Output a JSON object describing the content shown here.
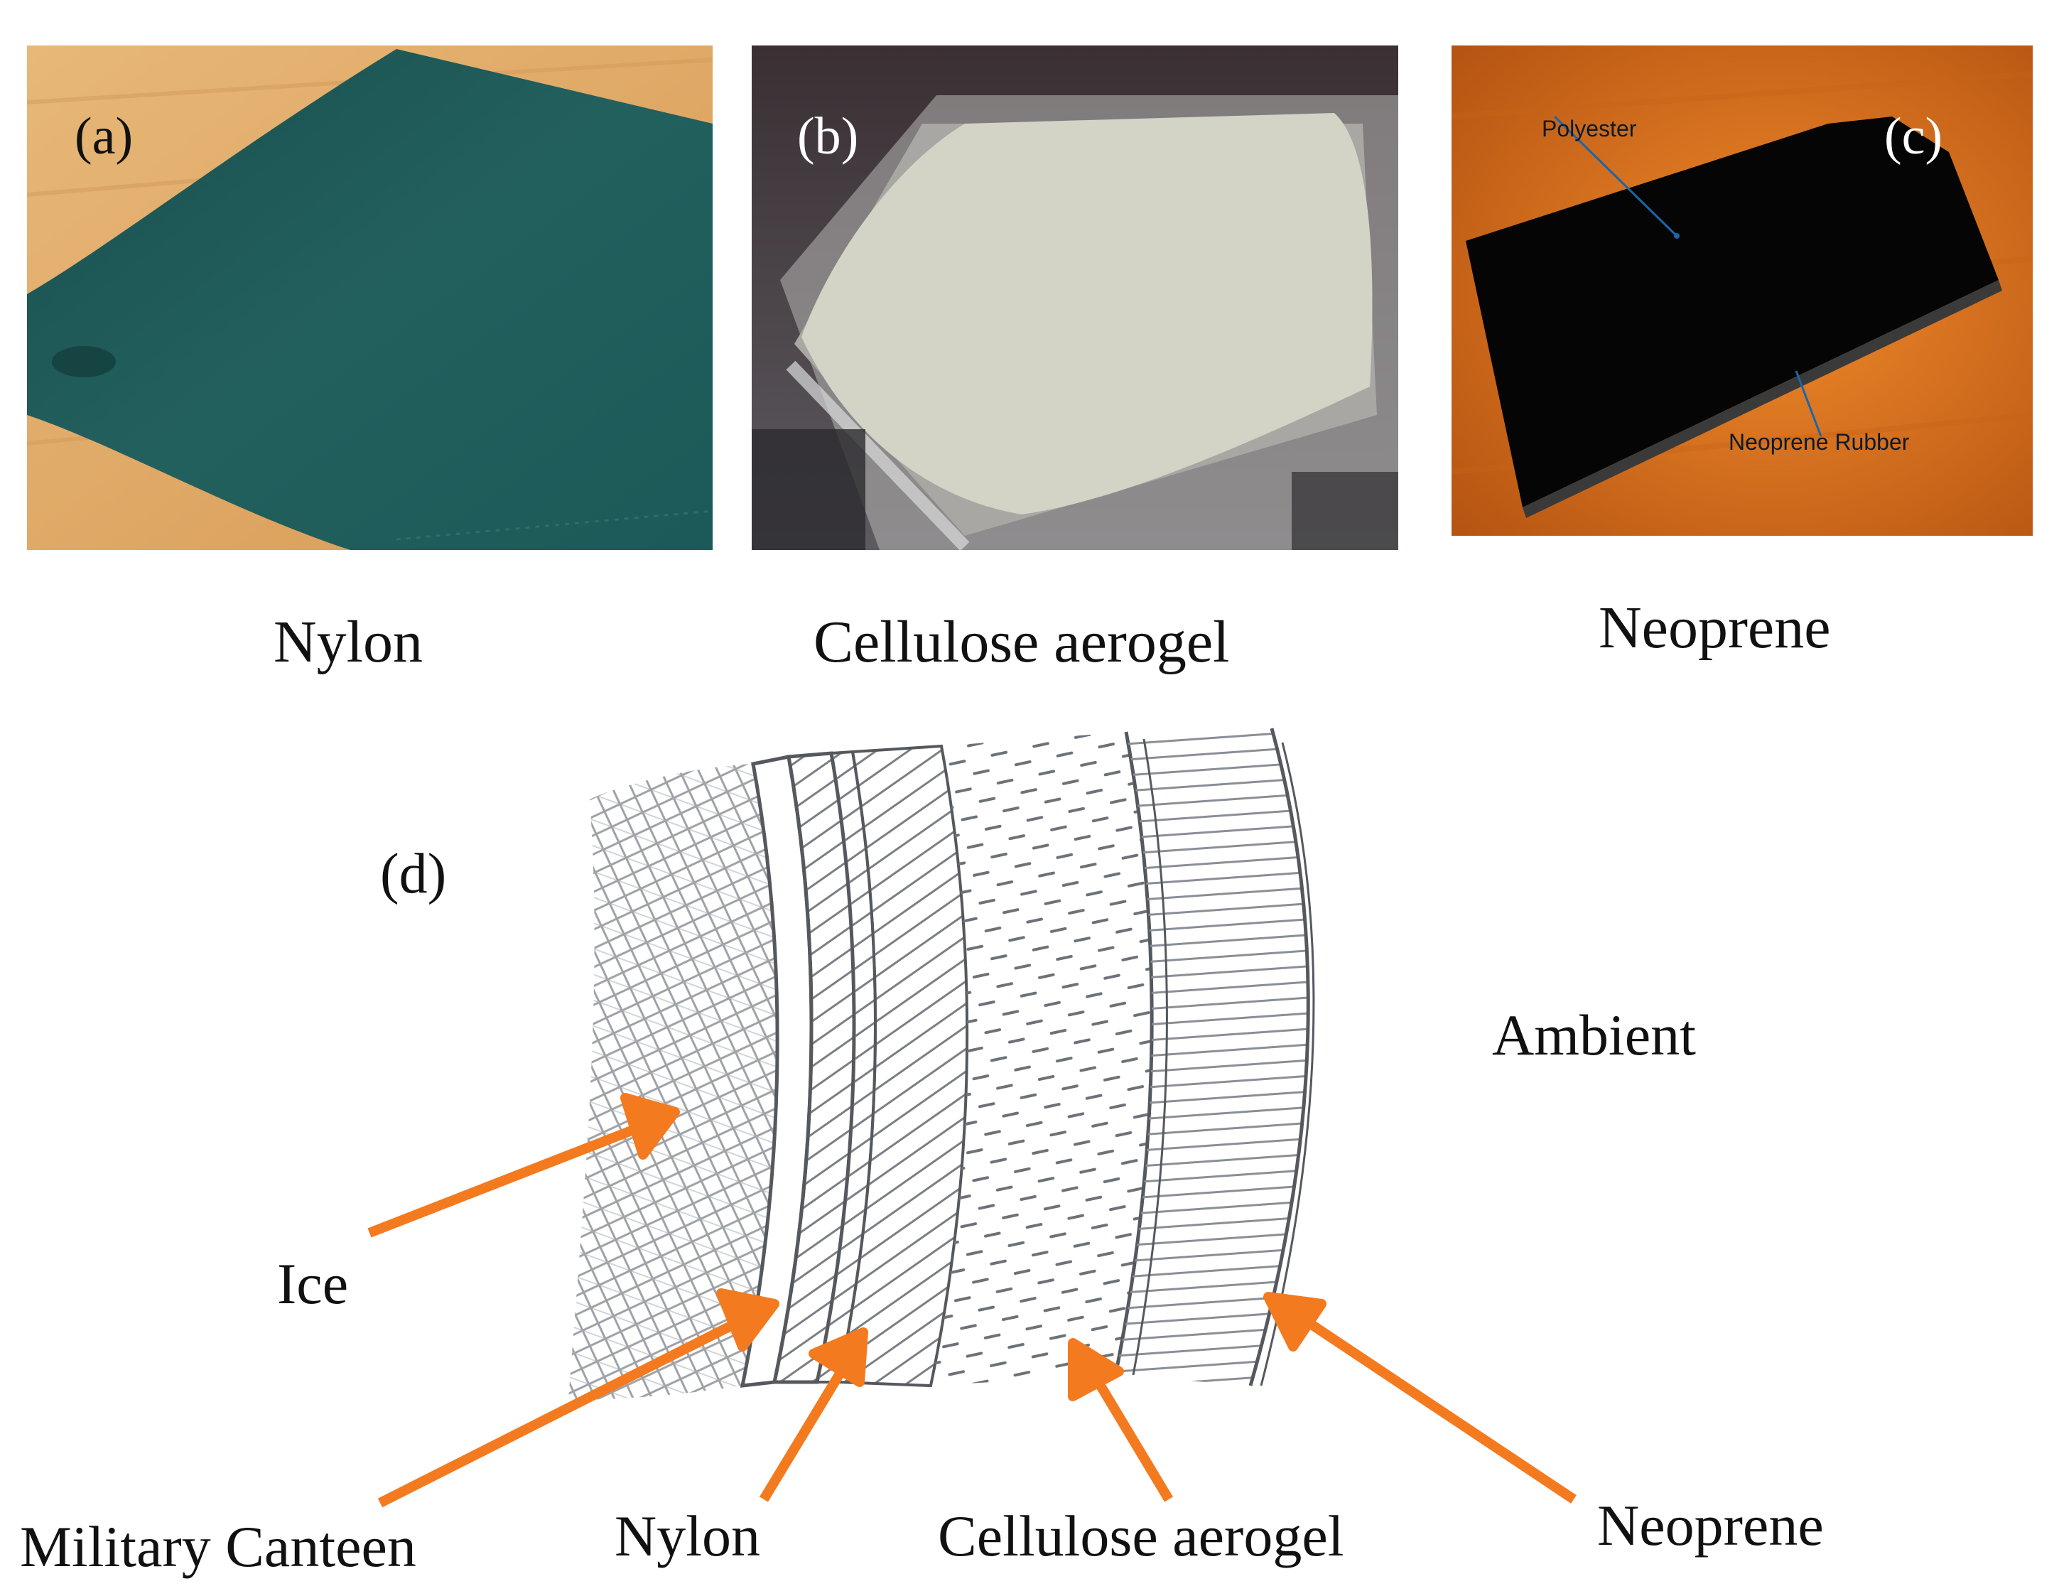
{
  "panels": [
    {
      "label": "(a)",
      "caption": "Nylon",
      "color": "#1f5b59"
    },
    {
      "label": "(b)",
      "caption": "Cellulose aerogel",
      "color": "#cfd0c2"
    },
    {
      "label": "(c)",
      "caption": "Neoprene",
      "color": "#0a0a0a",
      "annotations": {
        "top": "Polyester",
        "edge": "Neoprene Rubber"
      }
    }
  ],
  "diagram": {
    "label": "(d)",
    "ambient": "Ambient",
    "layers": {
      "ice": "Ice",
      "canteen": "Military Canteen",
      "nylon": "Nylon",
      "aerogel": "Cellulose aerogel",
      "neoprene": "Neoprene"
    },
    "arrow_color": "#f47a1f"
  }
}
